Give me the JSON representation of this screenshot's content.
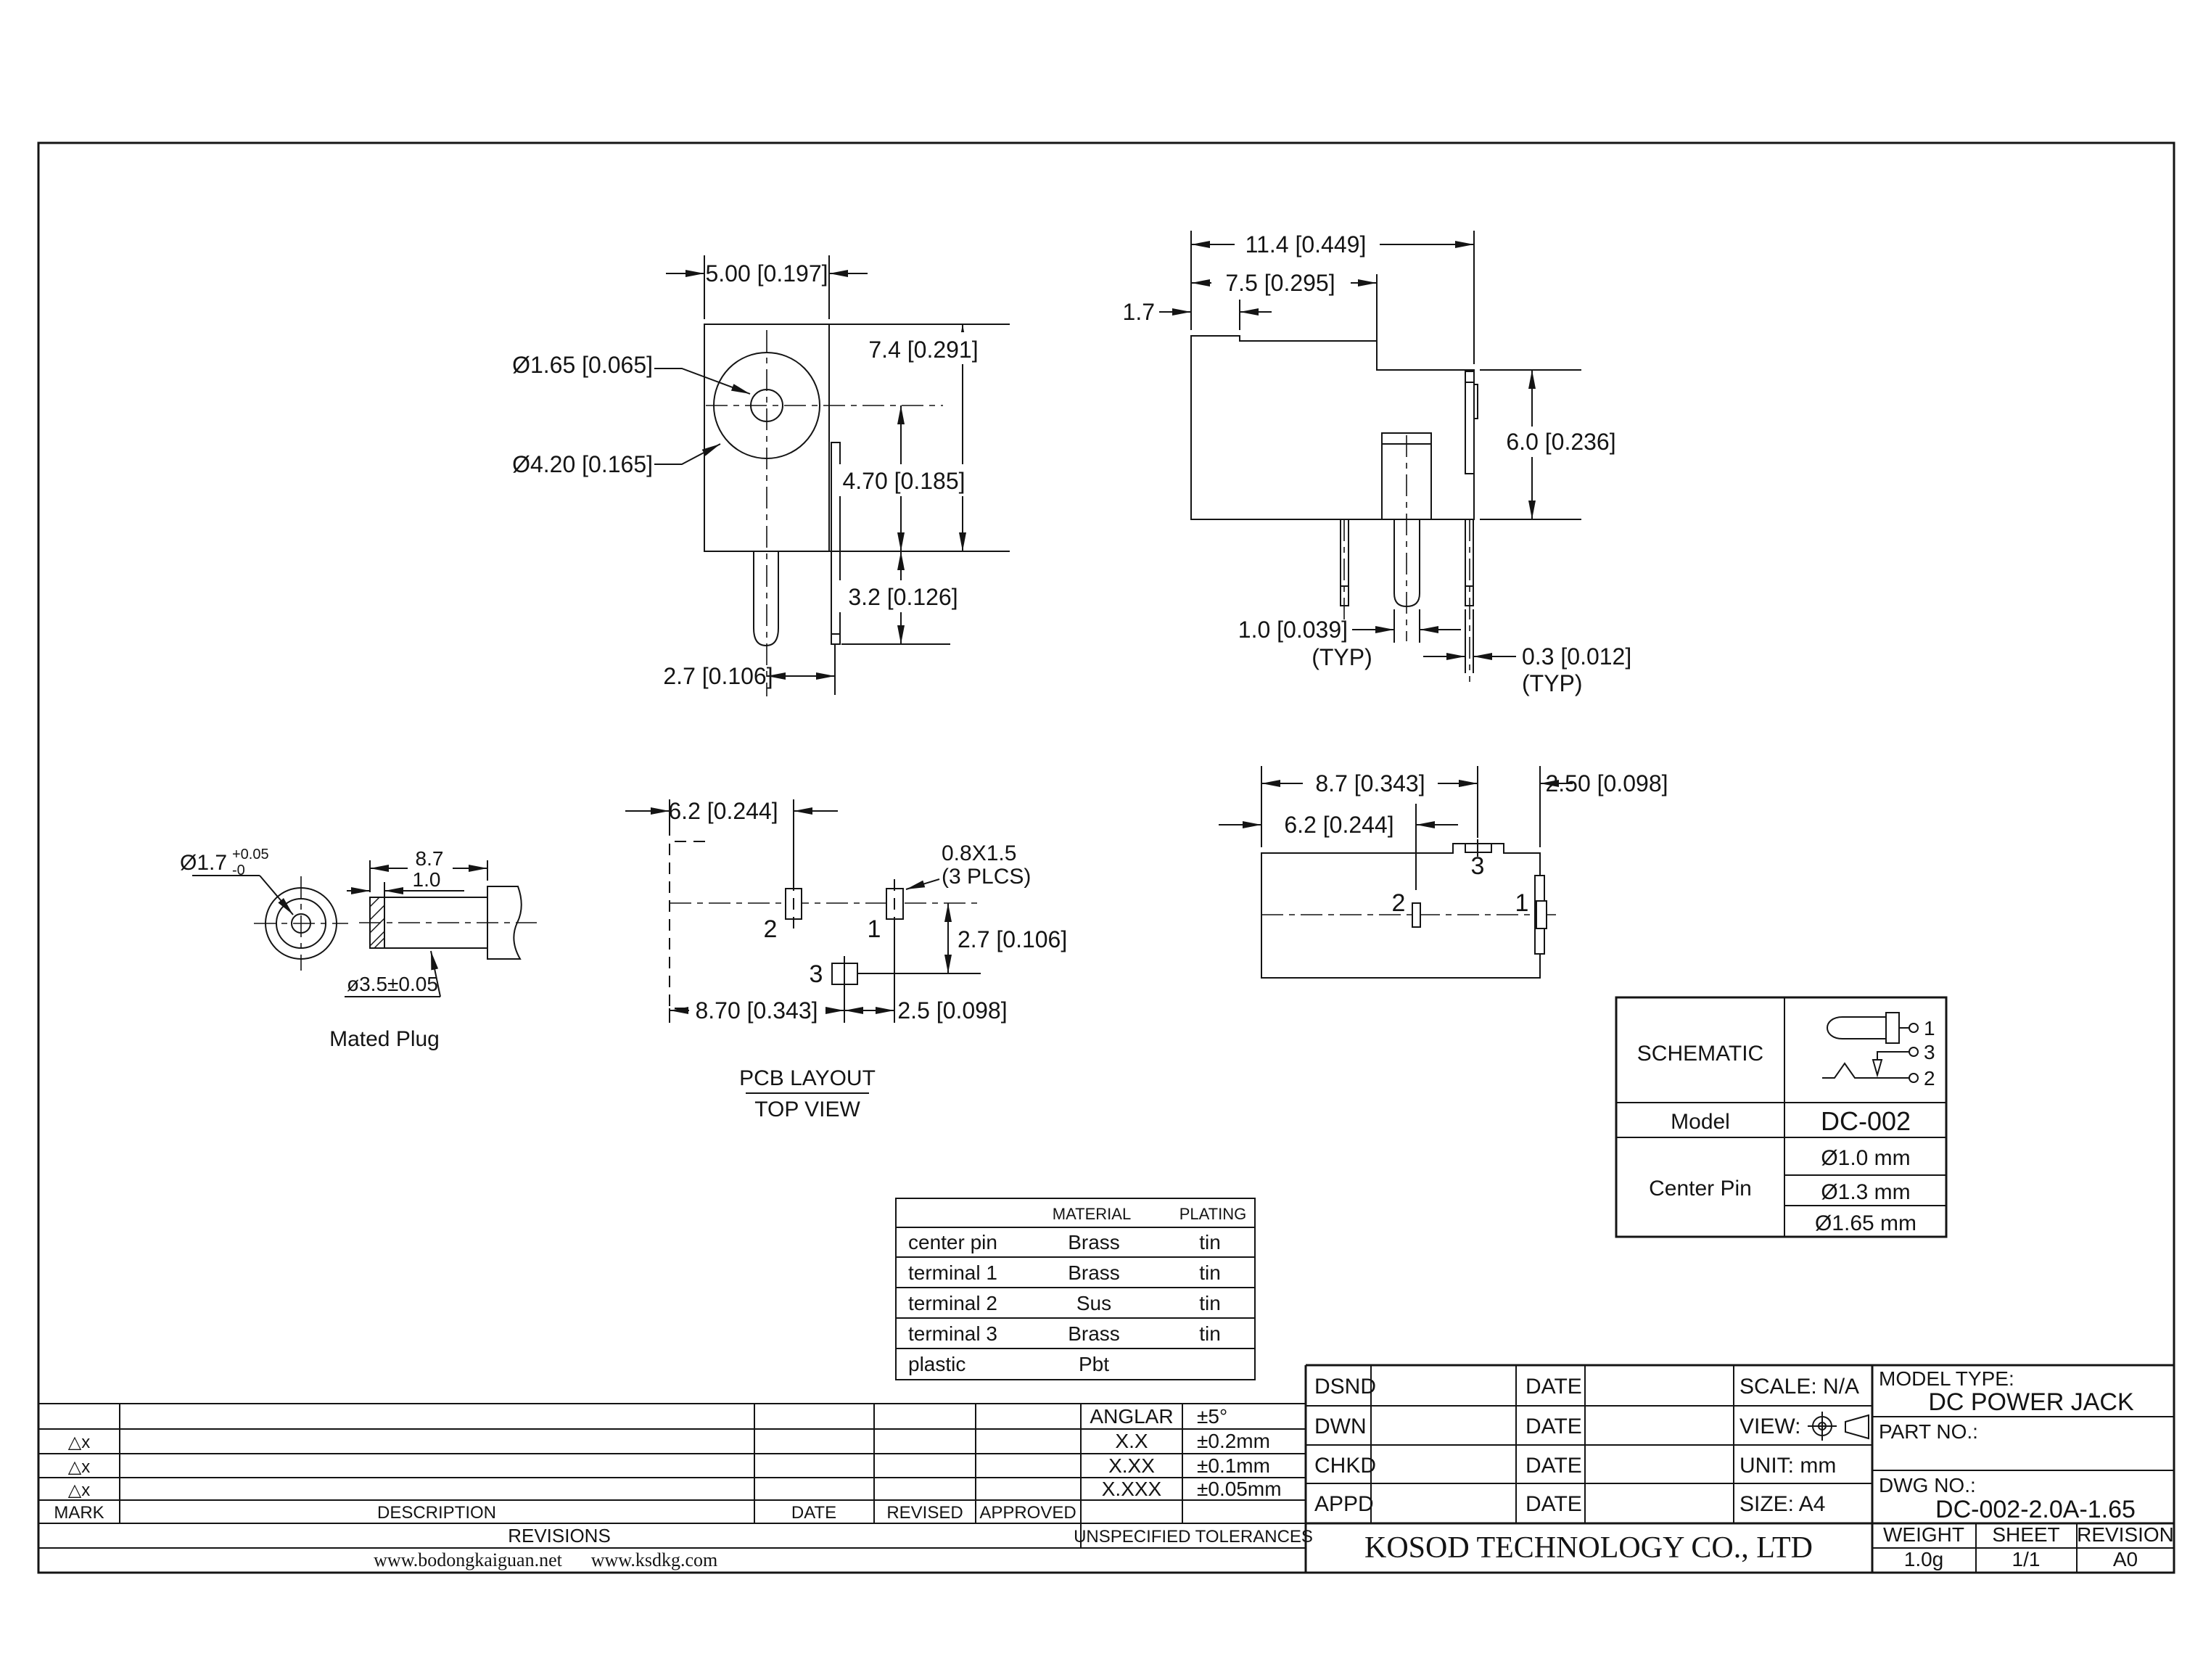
{
  "front": {
    "width": "5.00 [0.197]",
    "height": "7.4 [0.291]",
    "body_height": "4.70 [0.185]",
    "pin_len": "3.2 [0.126]",
    "pin_pitch": "2.7 [0.106]",
    "pin_dia": "Ø1.65 [0.065]",
    "barrel_dia": "Ø4.20 [0.165]"
  },
  "side": {
    "total_w": "11.4 [0.449]",
    "step_w": "7.5 [0.295]",
    "ledge": "1.7",
    "height": "6.0 [0.236]",
    "pin_w": "1.0 [0.039]",
    "pin_w_typ": "(TYP)",
    "tab_t": "0.3 [0.012]",
    "tab_t_typ": "(TYP)"
  },
  "plug": {
    "tip_dia": "Ø1.7",
    "tol_plus": "+0.05",
    "tol_minus": "-0",
    "len": "8.7",
    "tip_len": "1.0",
    "barrel": "ø3.5±0.05",
    "caption": "Mated Plug"
  },
  "pcb": {
    "pad2_x": "6.2 [0.244]",
    "pad_size": "0.8X1.5",
    "pad_size_note": "(3 PLCS)",
    "pad3_y": "2.7 [0.106]",
    "pad3_x": "8.70 [0.343]",
    "pad1_x": "2.5 [0.098]",
    "p1": "1",
    "p2": "2",
    "p3": "3",
    "caption1": "PCB LAYOUT",
    "caption2": "TOP VIEW"
  },
  "end": {
    "t3_x": "8.7 [0.343]",
    "edge_x": "2.50 [0.098]",
    "t2_x": "6.2 [0.244]",
    "t1": "1",
    "t2": "2",
    "t3": "3"
  },
  "schem": {
    "title": "SCHEMATIC",
    "model_label": "Model",
    "model": "DC-002",
    "center_pin_label": "Center Pin",
    "pins": [
      "Ø1.0 mm",
      "Ø1.3 mm",
      "Ø1.65 mm"
    ],
    "p1": "1",
    "p2": "2",
    "p3": "3"
  },
  "mat": {
    "material": "MATERIAL",
    "plating": "PLATING",
    "rows": [
      {
        "part": "center pin",
        "m": "Brass",
        "p": "tin"
      },
      {
        "part": "terminal 1",
        "m": "Brass",
        "p": "tin"
      },
      {
        "part": "terminal 2",
        "m": "Sus",
        "p": "tin"
      },
      {
        "part": "terminal 3",
        "m": "Brass",
        "p": "tin"
      },
      {
        "part": "plastic",
        "m": "Pbt",
        "p": ""
      }
    ]
  },
  "title": {
    "dsnd": "DSND",
    "dwn": "DWN",
    "chkd": "CHKD",
    "appd": "APPD",
    "date": "DATE",
    "scale": "SCALE: N/A",
    "view": "VIEW:",
    "unit": "UNIT: mm",
    "size": "SIZE: A4",
    "model_type_label": "MODEL TYPE:",
    "model_type": "DC POWER JACK",
    "part_no_label": "PART NO.:",
    "dwg_no_label": "DWG NO.:",
    "dwg_no": "DC-002-2.0A-1.65",
    "company": "KOSOD TECHNOLOGY CO., LTD",
    "weight_label": "WEIGHT",
    "weight": "1.0g",
    "sheet_label": "SHEET",
    "sheet": "1/1",
    "revision_label": "REVISION",
    "revision": "A0"
  },
  "rev": {
    "mark": "MARK",
    "description": "DESCRIPTION",
    "date": "DATE",
    "revised": "REVISED",
    "approved": "APPROVED",
    "title": "REVISIONS",
    "sym": "△x",
    "site1": "www.bodongkaiguan.net",
    "site2": "www.ksdkg.com"
  },
  "tol": {
    "title": "UNSPECIFIED TOLERANCES",
    "rows": [
      {
        "label": "ANGLAR",
        "value": "±5°"
      },
      {
        "label": "X.X",
        "value": "±0.2mm"
      },
      {
        "label": "X.XX",
        "value": "±0.1mm"
      },
      {
        "label": "X.XXX",
        "value": "±0.05mm"
      }
    ]
  }
}
